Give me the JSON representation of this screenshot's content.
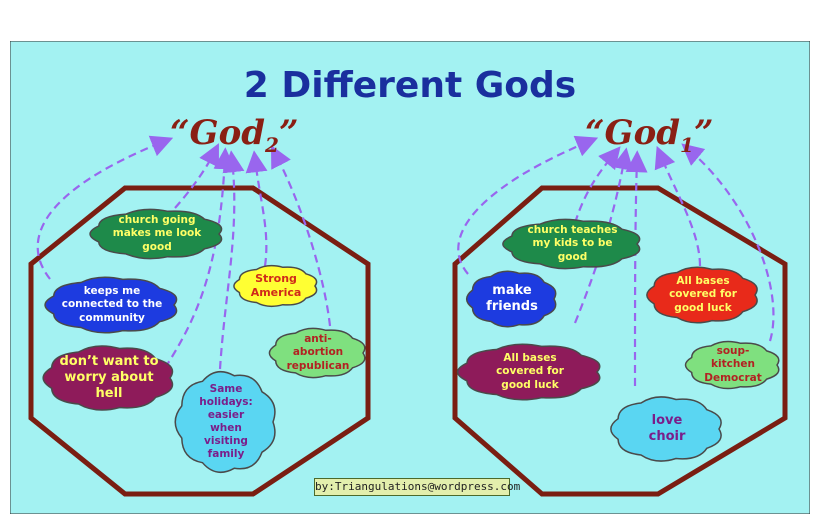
{
  "title": "2 Different Gods",
  "god_left": {
    "name": "“God",
    "sub": "2",
    "close": "”"
  },
  "god_right": {
    "name": "“God",
    "sub": "1",
    "close": "”"
  },
  "credit": "by:Triangulations@wordpress.com",
  "colors": {
    "background": "#a3f2f2",
    "octagon": "#7a1e12",
    "arrow": "#9966ee",
    "title": "#1a2f9e",
    "god": "#8a1f14"
  },
  "left_clouds": [
    {
      "text": "church going makes me look good",
      "fill": "#1e8a4a",
      "color": "#ffff66"
    },
    {
      "text": "keeps me connected to the community",
      "fill": "#1d3be0",
      "color": "#ffffff"
    },
    {
      "text": "don’t want to worry about hell",
      "fill": "#8e1b5a",
      "color": "#ffff66"
    },
    {
      "text": "Same holidays: easier when visiting family",
      "fill": "#5ad6f2",
      "color": "#7a1e8a"
    },
    {
      "text": "Strong America",
      "fill": "#ffff33",
      "color": "#d02a1a"
    },
    {
      "text": "anti-abortion republican",
      "fill": "#7fe07f",
      "color": "#b22222"
    }
  ],
  "right_clouds": [
    {
      "text": "church teaches my kids to be good",
      "fill": "#1e8a4a",
      "color": "#ffff66"
    },
    {
      "text": "make friends",
      "fill": "#1d3be0",
      "color": "#ffffff"
    },
    {
      "text": "All bases covered for good luck",
      "fill": "#8e1b5a",
      "color": "#ffff66"
    },
    {
      "text": "love choir",
      "fill": "#5ad6f2",
      "color": "#7a1e8a"
    },
    {
      "text": "All bases covered for good luck",
      "fill": "#e82a1a",
      "color": "#ffff66"
    },
    {
      "text": "soup-kitchen Democrat",
      "fill": "#7fe07f",
      "color": "#b22222"
    }
  ]
}
